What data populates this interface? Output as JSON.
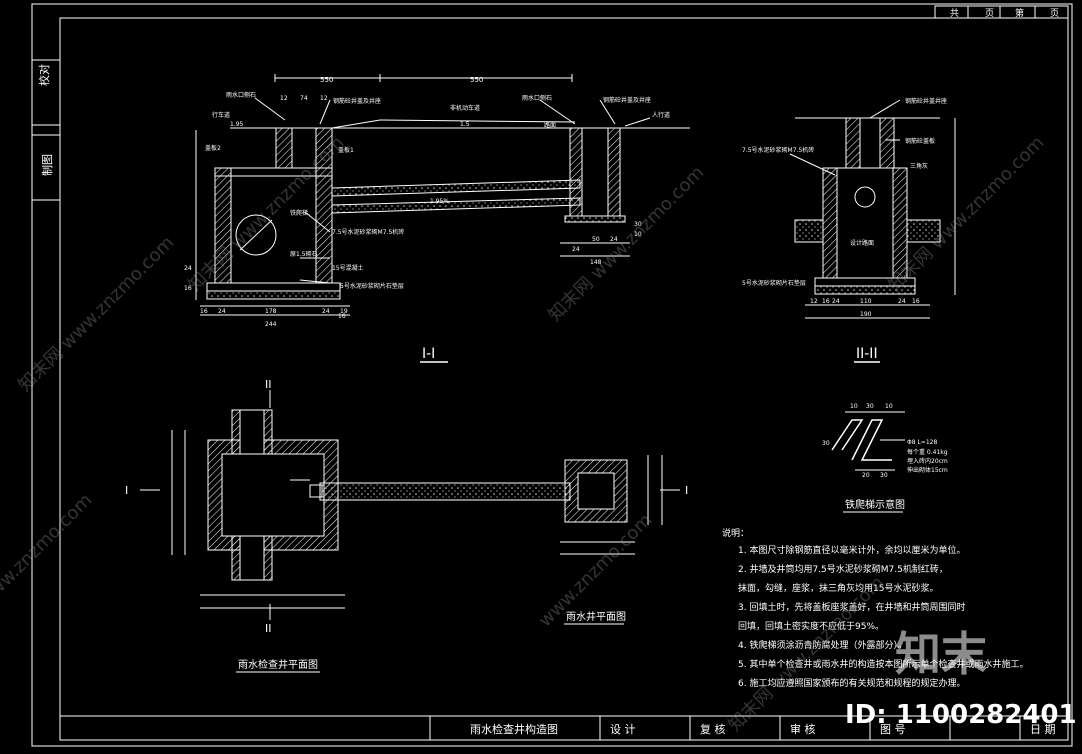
{
  "title_block": {
    "total_label": "共",
    "page_unit": "页",
    "page_label": "第",
    "page_unit2": "页",
    "drawing_title": "雨水检查井构造图",
    "design_label": "设 计",
    "review_label": "复 核",
    "approve_label": "审 核",
    "figno_label": "图 号",
    "date_label": "日 期"
  },
  "side_block": {
    "top": "校对",
    "bottom": "制图"
  },
  "section_labels": {
    "s1": "I-I",
    "s2": "II-II",
    "plan1": "雨水检查井平面图",
    "plan2": "雨水井平面图",
    "ladder": "铁爬梯示意图"
  },
  "section_marks": {
    "i": "I",
    "ii": "II"
  },
  "callouts_s1": [
    "雨水口侧石",
    "钢筋砼井盖及井座",
    "非机动车道",
    "雨水口侧石",
    "钢筋砼井盖及井座",
    "人行道",
    "行车道",
    "路面",
    "盖板2",
    "盖板1",
    "铁爬梯",
    "7.5号水泥砂浆砌M7.5机砖",
    "原1.5砌石",
    "15号混凝土",
    "5号水泥砂浆砌片石垫层",
    "1.95",
    "1.5",
    "1.95%"
  ],
  "dims_s1": [
    "550",
    "550",
    "12",
    "74",
    "12",
    "178",
    "19",
    "244",
    "16",
    "24",
    "24",
    "16",
    "148",
    "24",
    "50",
    "24",
    "30",
    "10",
    "24",
    "16"
  ],
  "callouts_s2": [
    "钢筋砼井盖井座",
    "钢筋砼盖板",
    "7.5号水泥砂浆砌M7.5机砖",
    "三角灰",
    "设计路面",
    "5号水泥砂浆砌片石垫层"
  ],
  "dims_s2": [
    "12",
    "16",
    "24",
    "110",
    "24",
    "16",
    "190"
  ],
  "ladder_dims": [
    "10",
    "30",
    "10",
    "30",
    "20",
    "30"
  ],
  "ladder_notes": [
    "Φ8 L=128",
    "每个重 0.41kg",
    "埋入砖内20cm",
    "伸出砌体15cm"
  ],
  "notes_title": "说明：",
  "notes": [
    "1. 本图尺寸除钢筋直径以毫米计外，余均以厘米为单位。",
    "2. 井墙及井筒均用7.5号水泥砂浆砌M7.5机制红砖，",
    "   抹面，勾缝，座浆，抹三角灰均用15号水泥砂浆。",
    "3. 回填土时，先将盖板座浆盖好，在井墙和井筒周围同时",
    "   回填，回填土密实度不应低于95%。",
    "4. 铁爬梯须涂沥青防腐处理（外露部分）。",
    "5. 其中单个检查井或雨水井的构造按本图所示单个检查井或雨水井施工。",
    "6. 施工均应遵照国家颁布的有关规范和规程的规定办理。"
  ],
  "watermarks": [
    "知末网 www.znzmo.com",
    "知末网 www.znzmo.com",
    "www.znzmo.com",
    "知末网 www.znzmo.com",
    "www.znzmo.com",
    "知末网 www.znzmo.com",
    "知末网 www.znzmo.com"
  ],
  "logo_text": "知末",
  "id_text": "ID: 1100282401",
  "colors": {
    "background": "#000000",
    "line": "#ffffff",
    "accent": "#ffff66"
  }
}
